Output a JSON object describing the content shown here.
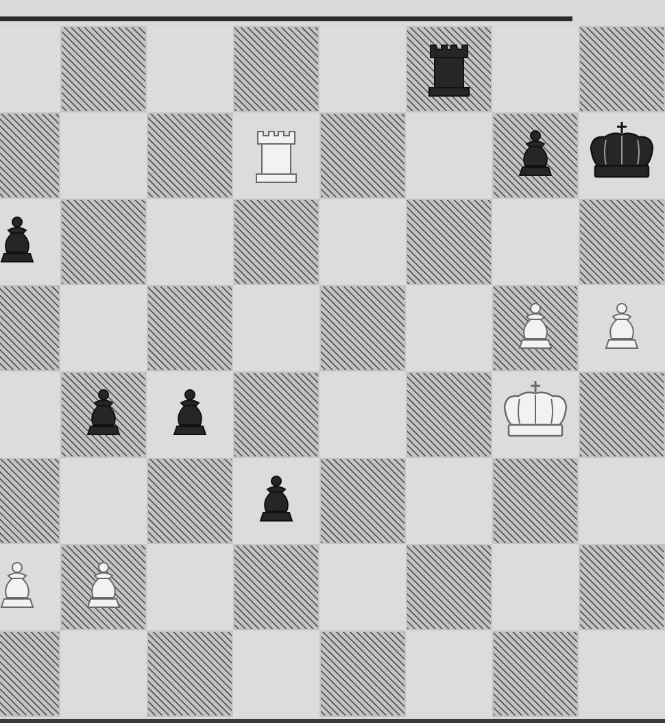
{
  "board": {
    "colors": {
      "light": "#dcdcda",
      "dark_base": "#c4c4c2",
      "hatch": "#4a4a4a",
      "black_piece": "#262626",
      "white_piece_fill": "#f2f2f0",
      "white_piece_stroke": "#6a6a6a"
    },
    "pieces": [
      {
        "piece": "black-rook",
        "file": "f",
        "rank": 8
      },
      {
        "piece": "white-rook",
        "file": "d",
        "rank": 7
      },
      {
        "piece": "black-pawn",
        "file": "g",
        "rank": 7
      },
      {
        "piece": "black-king",
        "file": "h",
        "rank": 7
      },
      {
        "piece": "black-pawn",
        "file": "a",
        "rank": 6
      },
      {
        "piece": "white-pawn",
        "file": "g",
        "rank": 5
      },
      {
        "piece": "white-pawn",
        "file": "h",
        "rank": 5
      },
      {
        "piece": "black-pawn",
        "file": "b",
        "rank": 4
      },
      {
        "piece": "black-pawn",
        "file": "c",
        "rank": 4
      },
      {
        "piece": "white-king",
        "file": "g",
        "rank": 4
      },
      {
        "piece": "black-pawn",
        "file": "d",
        "rank": 3
      },
      {
        "piece": "white-pawn",
        "file": "a",
        "rank": 2
      },
      {
        "piece": "white-pawn",
        "file": "b",
        "rank": 2
      }
    ]
  }
}
